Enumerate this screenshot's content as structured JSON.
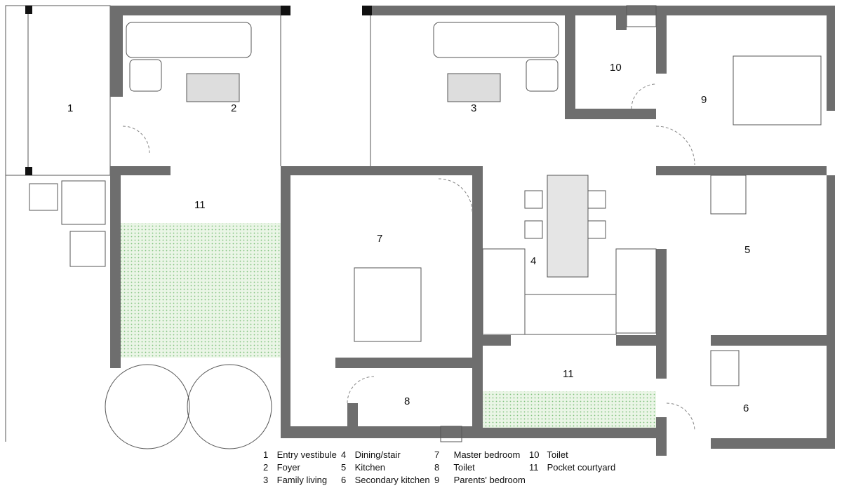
{
  "rooms": [
    {
      "number": "1",
      "name": "Entry vestibule"
    },
    {
      "number": "2",
      "name": "Foyer"
    },
    {
      "number": "3",
      "name": "Family living"
    },
    {
      "number": "4",
      "name": "Dining/stair"
    },
    {
      "number": "5",
      "name": "Kitchen"
    },
    {
      "number": "6",
      "name": "Secondary kitchen"
    },
    {
      "number": "7",
      "name": "Master bedroom"
    },
    {
      "number": "8",
      "name": "Toilet"
    },
    {
      "number": "9",
      "name": "Parents' bedroom"
    },
    {
      "number": "10",
      "name": "Toilet"
    },
    {
      "number": "11",
      "name": "Pocket courtyard"
    }
  ],
  "colors": {
    "wall": "#6e6e6e",
    "courtyard": "#d6ecd0"
  }
}
